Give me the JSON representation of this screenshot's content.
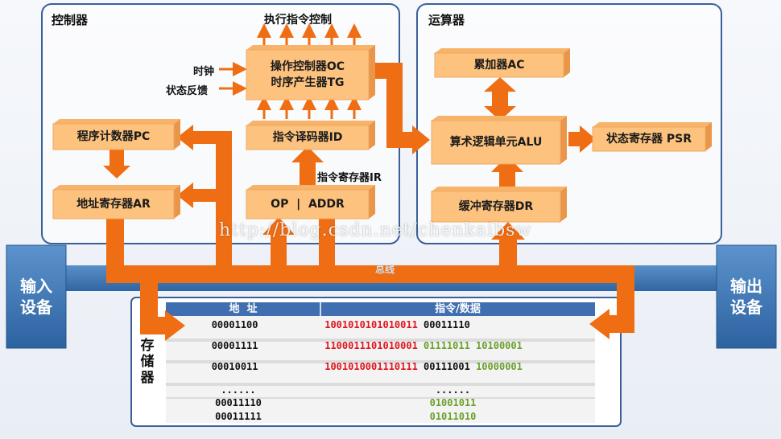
{
  "controller": {
    "title": "控制器",
    "exec_label": "执行指令控制",
    "clock_label": "时钟",
    "status_feedback_label": "状态反馈",
    "oc_tg": [
      "操作控制器OC",
      "时序产生器TG"
    ],
    "id": "指令译码器ID",
    "pc": "程序计数器PC",
    "ar": "地址寄存器AR",
    "ir_label": "指令寄存器IR",
    "op_addr": "OP  |  ADDR"
  },
  "alu_unit": {
    "title": "运算器",
    "ac": "累加器AC",
    "alu": "算术逻辑单元ALU",
    "psr": "状态寄存器 PSR",
    "dr": "缓冲寄存器DR"
  },
  "bus_label": "总线",
  "io": {
    "input": [
      "输入",
      "设备"
    ],
    "output": [
      "输出",
      "设备"
    ]
  },
  "memory": {
    "title": [
      "存",
      "储",
      "器"
    ],
    "headers": [
      "地  址",
      "指令/数据"
    ],
    "rows": [
      {
        "addr": "00001100",
        "parts": [
          {
            "t": "1001010101010011",
            "c": "red"
          },
          {
            "t": " 00011110",
            "c": "blk"
          }
        ]
      },
      {
        "addr": "00001111",
        "parts": [
          {
            "t": "1100011101010001",
            "c": "red"
          },
          {
            "t": " 01111011 10100001",
            "c": "grn"
          }
        ]
      },
      {
        "addr": "00010011",
        "parts": [
          {
            "t": "1001010001110111",
            "c": "red"
          },
          {
            "t": " 00111001",
            "c": "blk"
          },
          {
            "t": " 10000001",
            "c": "grn"
          }
        ]
      },
      {
        "addr": "......",
        "parts": [
          {
            "t": "......",
            "c": "blk"
          }
        ]
      },
      {
        "addr": "00011110",
        "parts": [
          {
            "t": "01001011",
            "c": "grn"
          }
        ]
      },
      {
        "addr": "00011111",
        "parts": [
          {
            "t": "01011010",
            "c": "grn"
          }
        ]
      }
    ]
  },
  "watermark": "http://blog.csdn.net/chenkaibsw",
  "colors": {
    "box": "#fcc27e",
    "box_side": "#e9964a",
    "arrow": "#ef6d13",
    "io": "#3d78b6",
    "bus": "#3d78b6",
    "mem_header": "#3f6fb0"
  }
}
